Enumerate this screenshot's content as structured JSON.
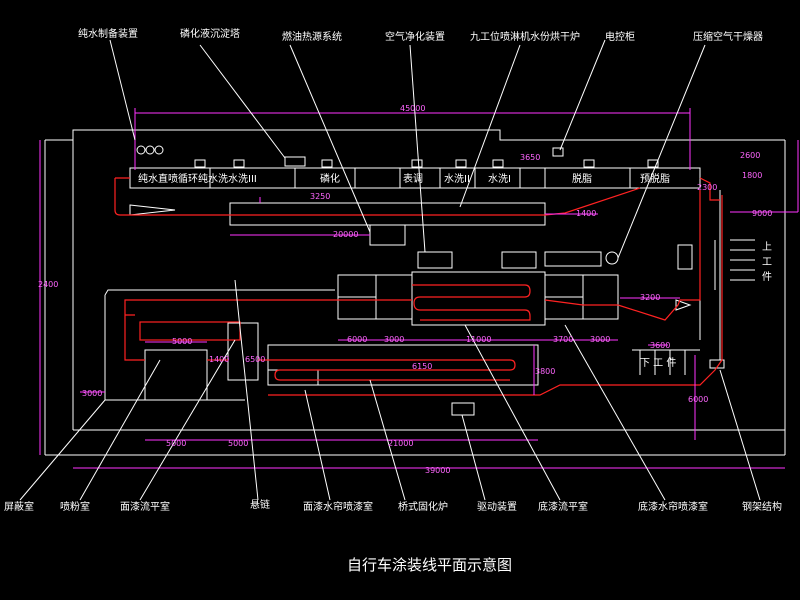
{
  "title": "自行车涂装线平面示意图",
  "top_labels": [
    "纯水制备装置",
    "磷化液沉淀塔",
    "燃油热源系统",
    "空气净化装置",
    "九工位喷淋机水份烘干炉",
    "电控柜",
    "压缩空气干燥器"
  ],
  "bottom_labels": [
    "屏蔽室",
    "喷粉室",
    "面漆流平室",
    "悬链",
    "面漆水帘喷漆室",
    "桥式固化炉",
    "驱动装置",
    "底漆流平室",
    "底漆水帘喷漆室",
    "钢架结构"
  ],
  "station_labels": [
    "纯水直喷循环纯水洗水洗III",
    "磷化",
    "表调",
    "水洗II",
    "水洗I",
    "脱脂",
    "预脱脂"
  ],
  "upload_label": [
    "上",
    "工",
    "件"
  ],
  "unload_label": "下 工 件",
  "dimensions": {
    "overall_length": "45000",
    "lower_length": "39000",
    "left_height": "2400",
    "d3650": "3650",
    "d2600": "2600",
    "d1800": "1800",
    "d2300": "2300",
    "d9000": "9000",
    "d3250": "3250",
    "d20000": "20000",
    "d1400a": "1400",
    "d3200": "3200",
    "d6000a": "6000",
    "d3000a": "3000",
    "d11000": "11000",
    "d3700": "3700",
    "d3000b": "3000",
    "d5000a": "5000",
    "d1400b": "1400",
    "d6500": "6500",
    "d6150": "6150",
    "d3000c": "3000",
    "d3800": "3800",
    "d3600": "3600",
    "d6000b": "6000",
    "d5000b": "5000",
    "d5000c": "5000",
    "d21000": "21000"
  }
}
